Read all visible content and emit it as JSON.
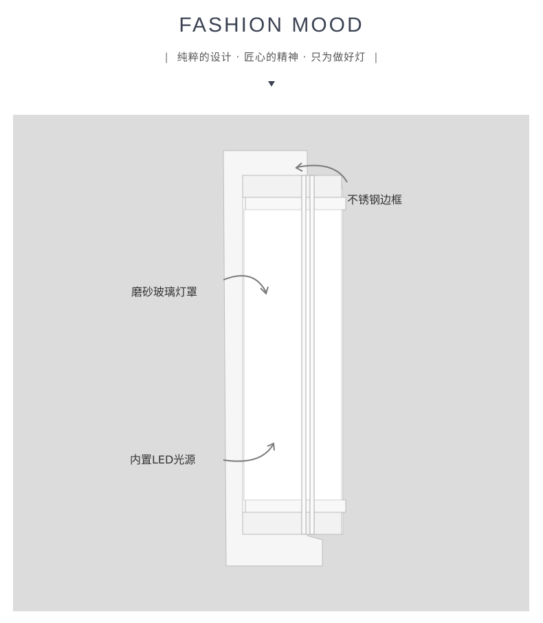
{
  "header": {
    "title": "FASHION MOOD",
    "subtitle": "纯粹的设计 · 匠心的精神 · 只为做好灯",
    "bar_left": "|",
    "bar_right": "|"
  },
  "callouts": {
    "frame": "不锈钢边框",
    "glass": "磨砂玻璃灯罩",
    "light": "内置LED光源"
  },
  "colors": {
    "title": "#3b4252",
    "panel_bg": "#dcdcdc",
    "arrow": "#7a7a7a"
  },
  "icons": {
    "header_marker": "triangle-down-icon",
    "callout_arrow": "curved-arrow-icon"
  }
}
